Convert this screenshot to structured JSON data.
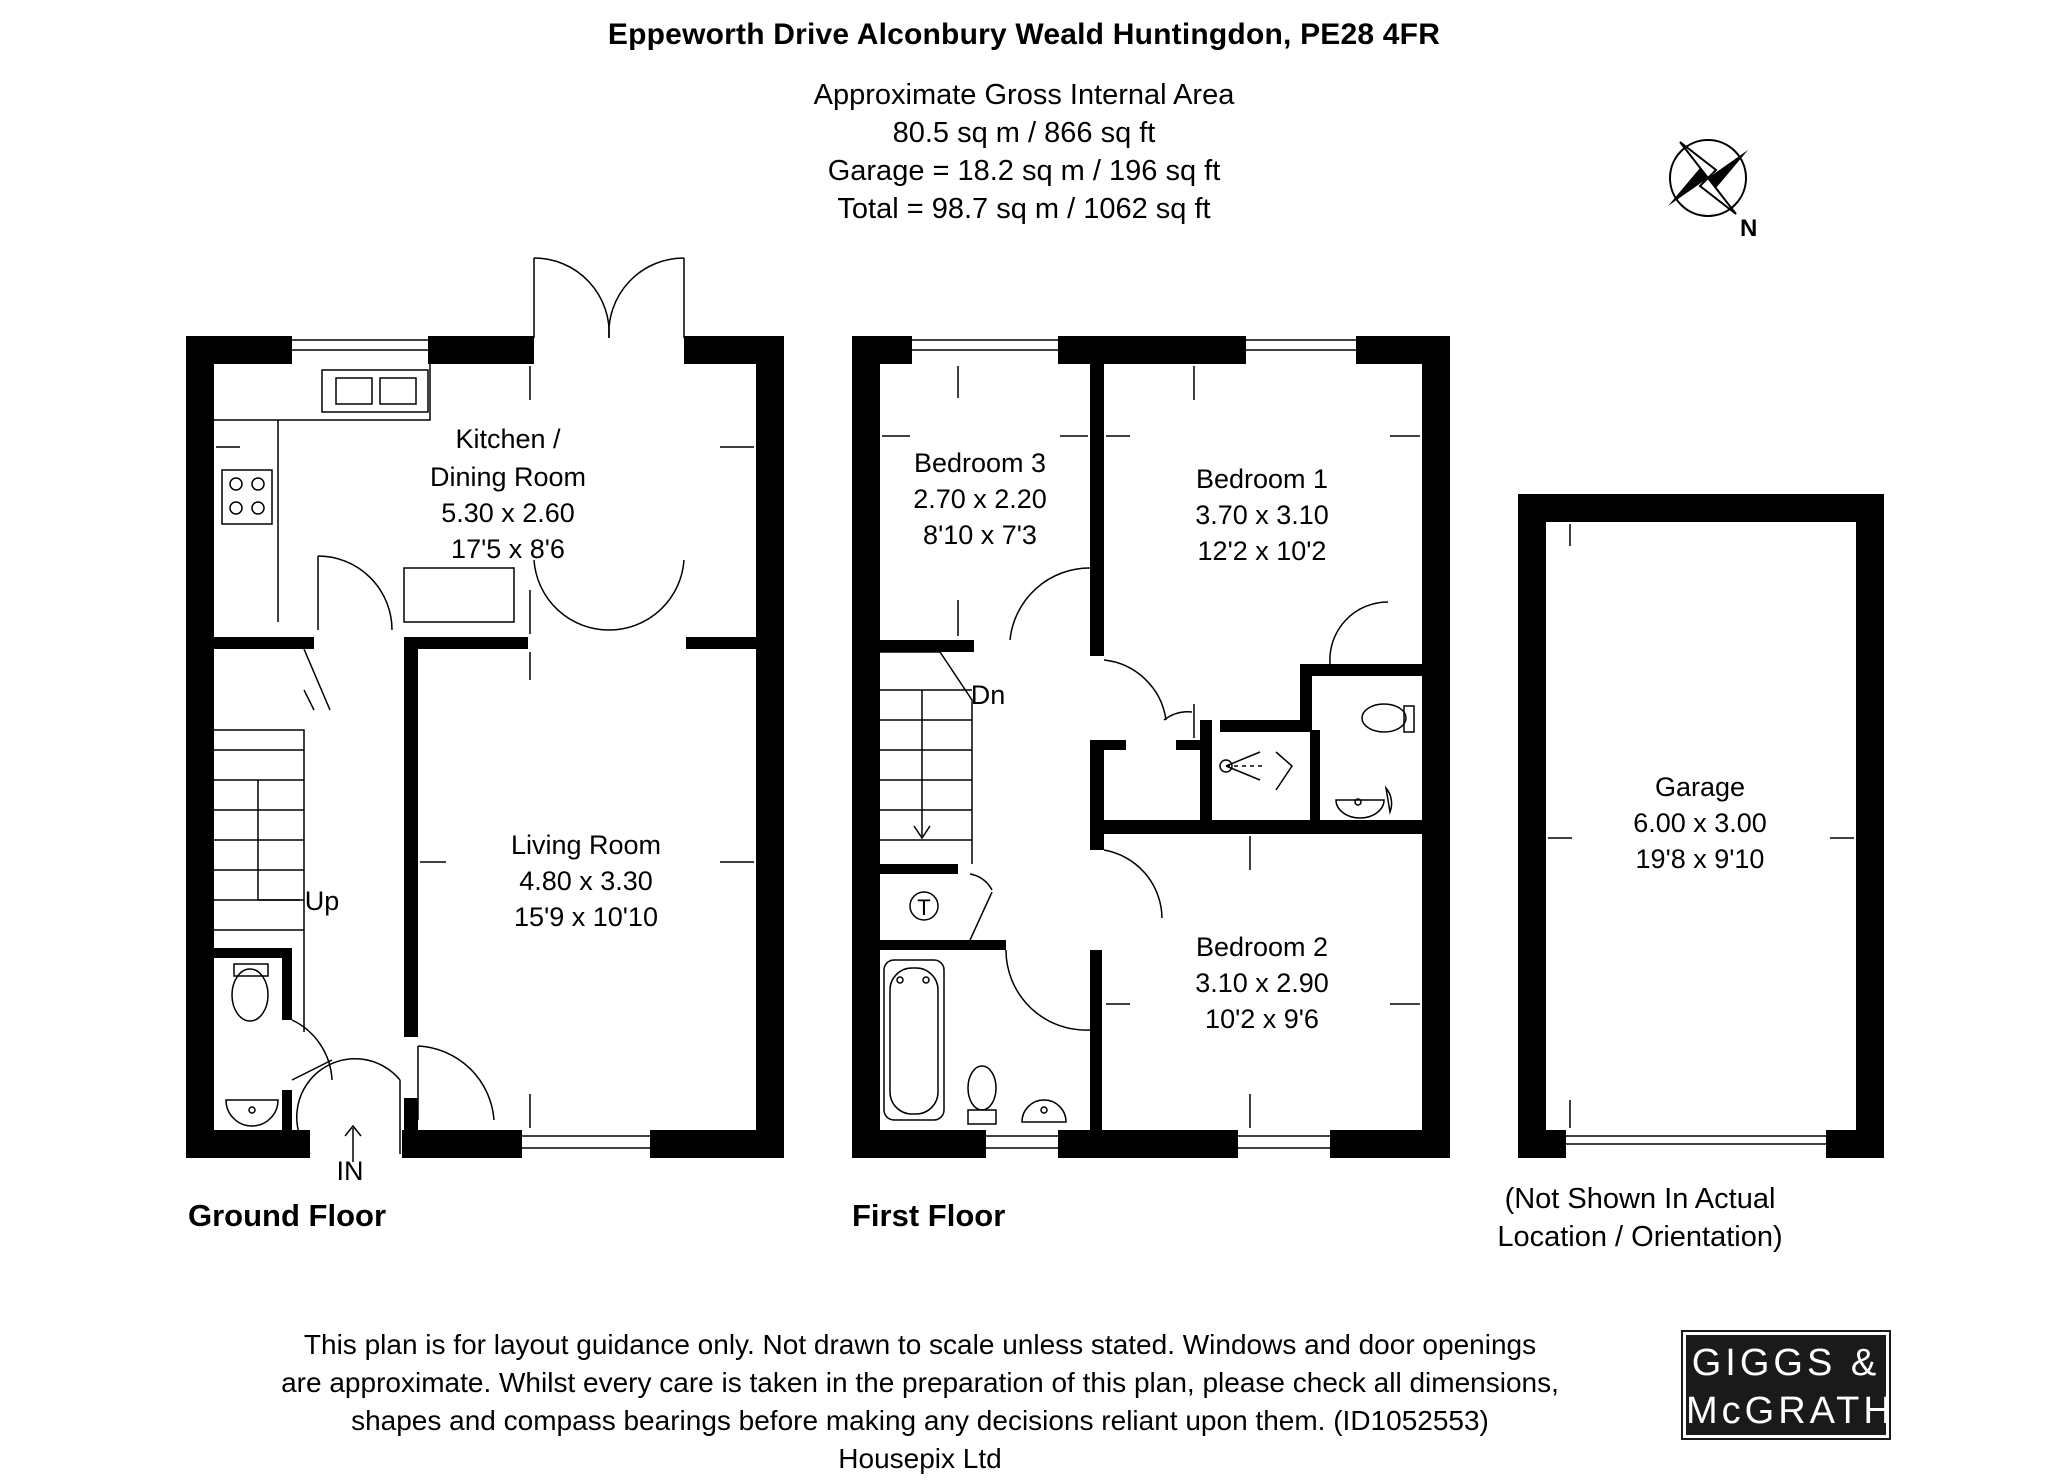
{
  "header": {
    "address": "Eppeworth Drive Alconbury Weald Huntingdon, PE28 4FR",
    "area_title": "Approximate Gross Internal Area",
    "area_main": "80.5 sq m / 866 sq ft",
    "area_garage": "Garage = 18.2 sq m / 196 sq ft",
    "area_total": "Total = 98.7 sq m / 1062 sq ft"
  },
  "compass": {
    "label": "N",
    "icon": "compass-rose-icon"
  },
  "floors": {
    "ground": {
      "label": "Ground Floor",
      "entry": "IN",
      "stairs": "Up",
      "rooms": {
        "kitchen": {
          "name_line1": "Kitchen /",
          "name_line2": "Dining Room",
          "metric": "5.30 x 2.60",
          "imperial": "17'5 x 8'6"
        },
        "living": {
          "name": "Living Room",
          "metric": "4.80 x 3.30",
          "imperial": "15'9 x 10'10"
        }
      }
    },
    "first": {
      "label": "First Floor",
      "stairs": "Dn",
      "tank": "T",
      "rooms": {
        "bedroom3": {
          "name": "Bedroom 3",
          "metric": "2.70 x 2.20",
          "imperial": "8'10 x 7'3"
        },
        "bedroom1": {
          "name": "Bedroom 1",
          "metric": "3.70 x 3.10",
          "imperial": "12'2 x 10'2"
        },
        "bedroom2": {
          "name": "Bedroom 2",
          "metric": "3.10 x 2.90",
          "imperial": "10'2 x 9'6"
        }
      }
    },
    "garage": {
      "name": "Garage",
      "metric": "6.00 x 3.00",
      "imperial": "19'8 x 9'10",
      "note_line1": "(Not Shown In Actual",
      "note_line2": "Location / Orientation)"
    }
  },
  "footer": {
    "line1": "This plan is for layout guidance only. Not drawn to scale unless stated. Windows and door openings",
    "line2": "are approximate. Whilst every care is taken in the preparation of this plan, please check all dimensions,",
    "line3": "shapes and compass bearings before making any decisions reliant upon them. (ID1052553)",
    "line4": "Housepix Ltd"
  },
  "logo": {
    "line1": "GIGGS &",
    "line2": "McGRATH"
  },
  "colors": {
    "wall": "#000000",
    "background": "#ffffff",
    "logo_bg": "#1a1a1a"
  }
}
